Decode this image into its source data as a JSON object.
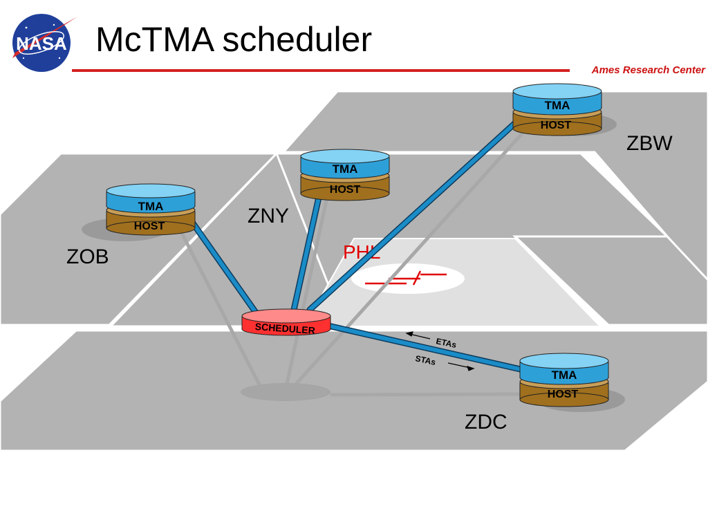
{
  "header": {
    "title": "McTMA scheduler",
    "logo_text": "NASA",
    "organization": "Ames Research Center"
  },
  "diagram": {
    "regions": [
      "ZBW",
      "ZNY",
      "ZOB",
      "ZDC"
    ],
    "airport": "PHL",
    "scheduler_label": "SCHEDULER",
    "site_labels": {
      "top": "TMA",
      "bottom": "HOST"
    },
    "flow_labels": {
      "etas": "ETAs",
      "stas": "STAs"
    }
  },
  "colors": {
    "accent_red": "#d42020",
    "tma_blue": "#2ea0d8",
    "host_brown": "#a0701e",
    "scheduler_red": "#ff3030",
    "link_blue": "#1a8cc8",
    "region_gray": "#b3b3b3",
    "airport_fill": "#e0e0e0"
  }
}
